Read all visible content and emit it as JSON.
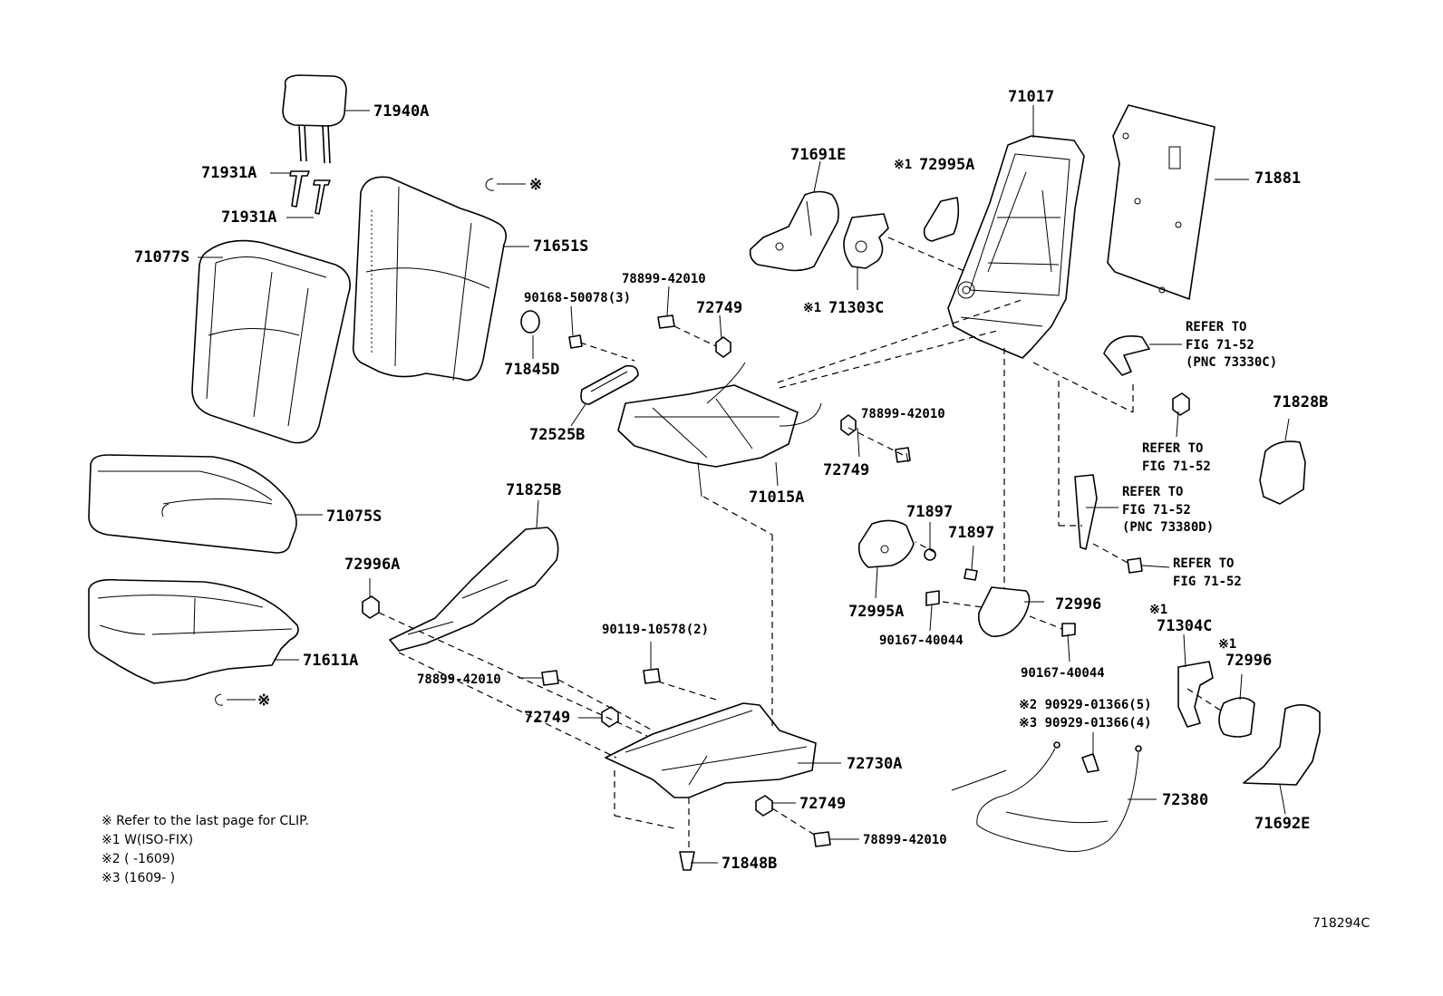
{
  "labels": {
    "p71940A": "71940A",
    "p71931A_1": "71931A",
    "p71931A_2": "71931A",
    "p71077S": "71077S",
    "p71651S": "71651S",
    "clip_top": "※",
    "clip_bottom": "※",
    "p71691E": "71691E",
    "p72995A_top_mark": "※1",
    "p72995A_top": "72995A",
    "p71303C_mark": "※1",
    "p71303C": "71303C",
    "p71017": "71017",
    "p71881": "71881",
    "p78899_1": "78899-42010",
    "p90168": "90168-50078(3)",
    "p72749_1": "72749",
    "p71845D": "71845D",
    "p72525B": "72525B",
    "p78899_2": "78899-42010",
    "p72749_2": "72749",
    "p71015A": "71015A",
    "refer1_l1": "REFER TO",
    "refer1_l2": "FIG 71-52",
    "refer1_l3": "(PNC 73330C)",
    "refer2_l1": "REFER TO",
    "refer2_l2": "FIG 71-52",
    "p71828B": "71828B",
    "refer3_l1": "REFER TO",
    "refer3_l2": "FIG 71-52",
    "refer3_l3": "(PNC 73380D)",
    "refer4_l1": "REFER TO",
    "refer4_l2": "FIG 71-52",
    "p71075S": "71075S",
    "p71825B": "71825B",
    "p72996A": "72996A",
    "p71611A": "71611A",
    "p71897_1": "71897",
    "p71897_2": "71897",
    "p72995A_mid": "72995A",
    "p72996_mid": "72996",
    "p90167_1": "90167-40044",
    "p90167_2": "90167-40044",
    "p71304C_mark": "※1",
    "p71304C": "71304C",
    "p72996_right_mark": "※1",
    "p72996_right": "72996",
    "p90119": "90119-10578(2)",
    "p78899_3": "78899-42010",
    "p72749_3": "72749",
    "p72730A": "72730A",
    "p72749_4": "72749",
    "p78899_4": "78899-42010",
    "p71848B": "71848B",
    "p90929_1": "※2 90929-01366(5)",
    "p90929_2": "※3 90929-01366(4)",
    "p72380": "72380",
    "p71692E": "71692E"
  },
  "legend": {
    "line1": "※  Refer to the last page for CLIP.",
    "line2": "※1  W(ISO-FIX)",
    "line3": "※2  (       -1609)",
    "line4": "※3  (1609-       )"
  },
  "figure_id": "718294C"
}
